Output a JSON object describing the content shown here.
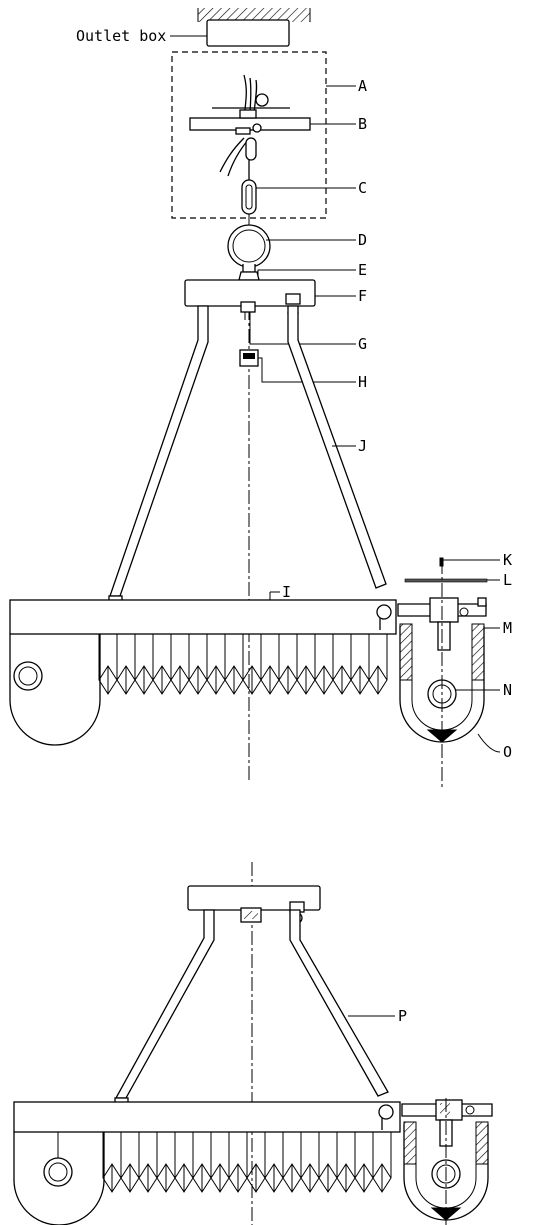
{
  "diagram": {
    "outlet_box_label": "Outlet box",
    "callouts": [
      "A",
      "B",
      "C",
      "D",
      "E",
      "F",
      "G",
      "H",
      "J",
      "I",
      "K",
      "L",
      "M",
      "N",
      "O",
      "P"
    ]
  }
}
